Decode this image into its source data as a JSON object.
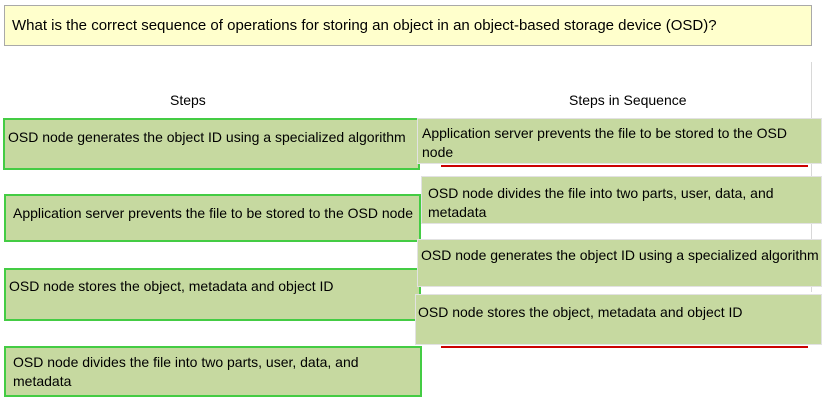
{
  "question": {
    "text": "What is the correct sequence of operations for storing an object in an object-based storage device (OSD)?"
  },
  "columns": {
    "steps_label": "Steps",
    "sequence_label": "Steps in Sequence"
  },
  "steps": [
    "OSD node generates the object ID using a specialized algorithm",
    "Application server prevents the file to be stored to the OSD node",
    "OSD node stores the object, metadata and object ID",
    "OSD node divides the file into two parts, user, data, and metadata"
  ],
  "sequence": [
    "Application server prevents the file to be stored to the OSD node",
    "OSD node divides the file into two parts, user, data, and metadata",
    "OSD node generates the object ID using a specialized algorithm",
    "OSD node stores the object, metadata and object ID"
  ],
  "colors": {
    "card_fill": "#c6d9a0",
    "source_border": "#44cc44",
    "slot_line": "#cc0000",
    "question_fill": "#ffffcc"
  }
}
